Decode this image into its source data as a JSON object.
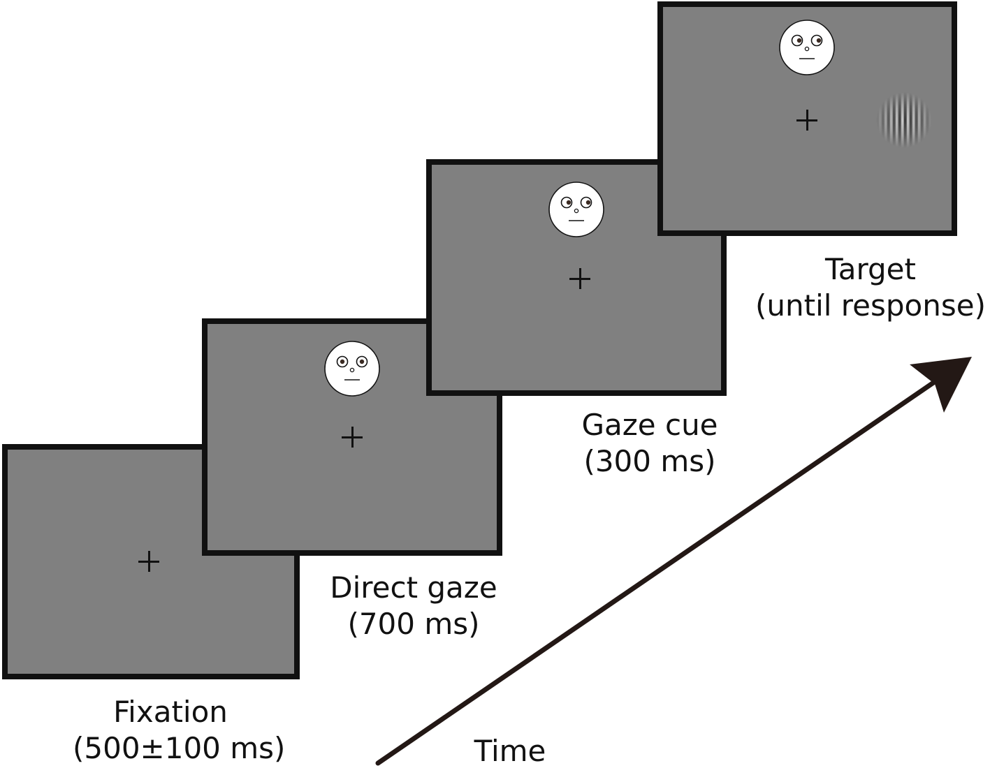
{
  "stages": [
    {
      "label": "Fixation",
      "duration": "(500±100 ms)",
      "face": "none",
      "target": false
    },
    {
      "label": "Direct gaze",
      "duration": "(700 ms)",
      "face": "direct-gaze",
      "target": false
    },
    {
      "label": "Gaze cue",
      "duration": "(300 ms)",
      "face": "averted-gaze-right",
      "target": false
    },
    {
      "label": "Target",
      "duration": "(until response)",
      "face": "averted-gaze-right",
      "target": true
    }
  ],
  "time_axis": {
    "label": "Time"
  },
  "colors": {
    "screen_background": "#808080",
    "screen_border": "#111111",
    "face_fill": "#ffffff",
    "arrow": "#231815"
  }
}
